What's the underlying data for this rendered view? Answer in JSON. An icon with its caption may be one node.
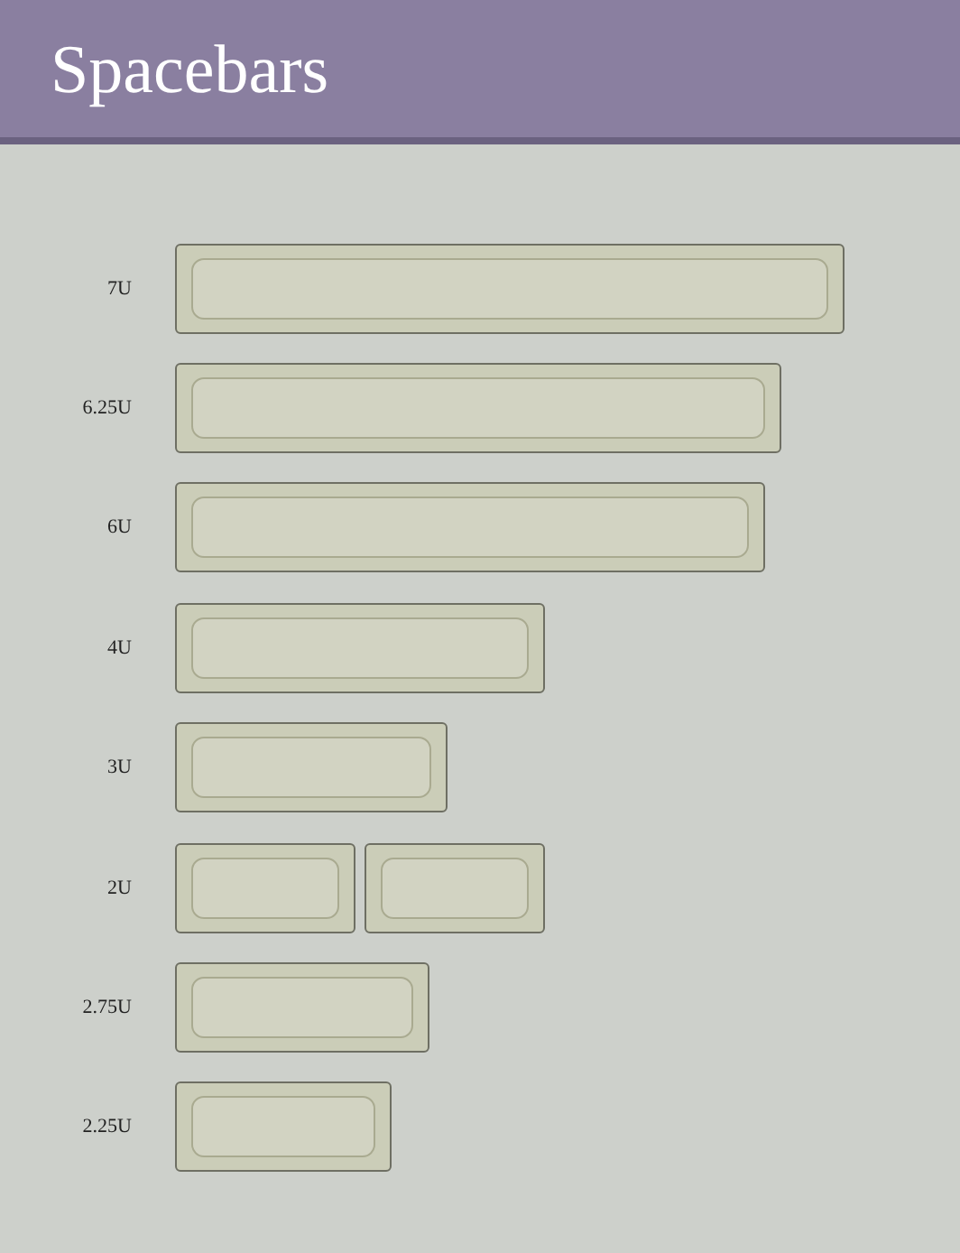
{
  "diagram": {
    "title": "Spacebars",
    "nodes": [
      {
        "text": [],
        "shape": "box",
        "beside": [
          "7U"
        ]
      },
      {
        "text": [],
        "shape": "box",
        "beside": [
          "6.25U"
        ]
      },
      {
        "text": [],
        "shape": "box",
        "beside": [
          "6U"
        ]
      },
      {
        "text": [],
        "shape": "box",
        "beside": [
          "4U"
        ]
      },
      {
        "text": [],
        "shape": "box",
        "beside": [
          "3U"
        ]
      },
      {
        "text": [],
        "shape": "box",
        "beside": [
          "2U"
        ]
      },
      {
        "text": [],
        "shape": "box"
      },
      {
        "text": [],
        "shape": "box",
        "beside": [
          "2.75U"
        ]
      },
      {
        "text": [],
        "shape": "box",
        "beside": [
          "2.25U"
        ]
      }
    ]
  }
}
